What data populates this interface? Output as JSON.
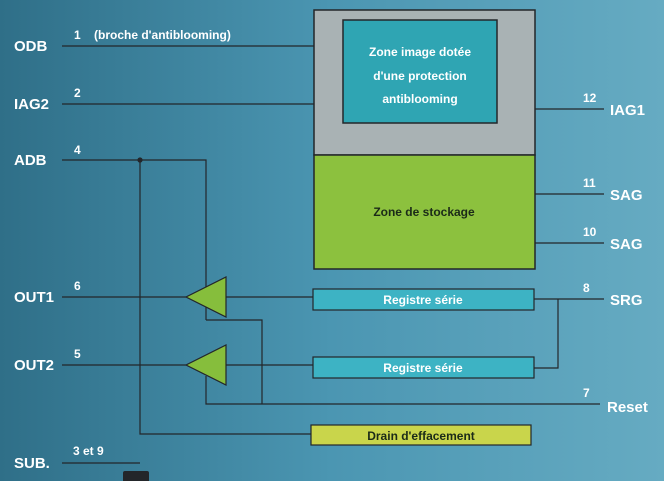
{
  "pins": {
    "odb": {
      "name": "ODB",
      "num": "1",
      "note": "(broche d'antiblooming)"
    },
    "iag2": {
      "name": "IAG2",
      "num": "2"
    },
    "adb": {
      "name": "ADB",
      "num": "4"
    },
    "out1": {
      "name": "OUT1",
      "num": "6"
    },
    "out2": {
      "name": "OUT2",
      "num": "5"
    },
    "sub": {
      "name": "SUB.",
      "num": "3 et 9"
    },
    "iag1": {
      "name": "IAG1",
      "num": "12"
    },
    "sag_a": {
      "name": "SAG",
      "num": "11"
    },
    "sag_b": {
      "name": "SAG",
      "num": "10"
    },
    "srg": {
      "name": "SRG",
      "num": "8"
    },
    "reset": {
      "name": "Reset",
      "num": "7"
    }
  },
  "blocks": {
    "image_zone": [
      "Zone image dotée",
      "d'une protection",
      "antiblooming"
    ],
    "storage": "Zone de stockage",
    "register1": "Registre série",
    "register2": "Registre série",
    "drain": "Drain d'effacement"
  },
  "colors": {
    "background": "#3f8aa6",
    "image_outer": "#a9b2b4",
    "image_inner": "#2fa5b3",
    "storage": "#8cc13e",
    "register": "#3db3c4",
    "drain": "#c9d54b",
    "amplifier": "#86be3c",
    "wire": "#23262a"
  }
}
